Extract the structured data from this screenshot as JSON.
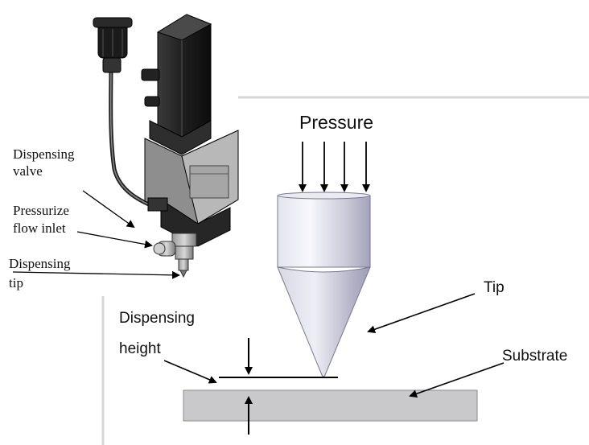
{
  "valve_labels": {
    "dispensing_valve": [
      "Dispensing",
      "valve"
    ],
    "pressurize_flow_inlet": [
      "Pressurize",
      "flow inlet"
    ],
    "dispensing_tip": [
      "Dispensing",
      "tip"
    ]
  },
  "schematic_labels": {
    "pressure": "Pressure",
    "tip": "Tip",
    "dispensing_height": [
      "Dispensing",
      "height"
    ],
    "substrate": "Substrate"
  },
  "colors": {
    "cylinder_light": "#f4f4fa",
    "cylinder_dark": "#a9a9c0",
    "substrate": "#c8c8cc",
    "frame_line": "#d9d9d9",
    "ink": "#000000"
  }
}
